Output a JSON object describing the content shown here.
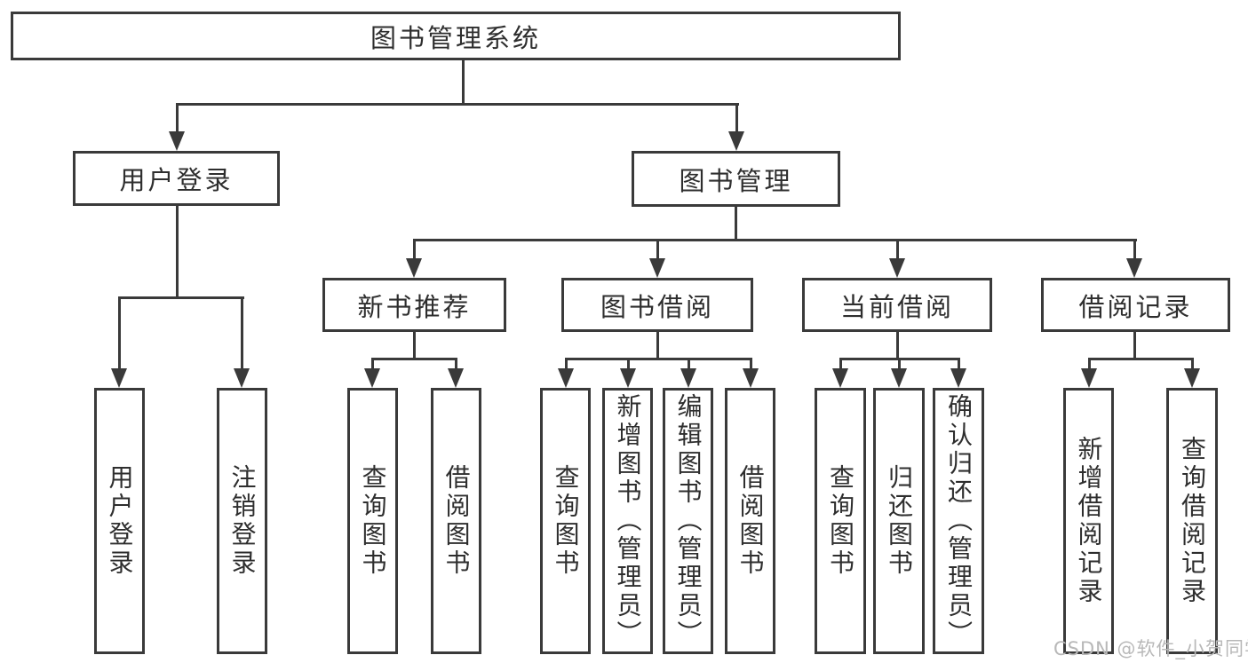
{
  "diagram": {
    "title": "图书管理系统",
    "root": {
      "label": "图书管理系统"
    },
    "level2": [
      {
        "label": "用户登录"
      },
      {
        "label": "图书管理"
      }
    ],
    "level3": [
      {
        "label": "新书推荐"
      },
      {
        "label": "图书借阅"
      },
      {
        "label": "当前借阅"
      },
      {
        "label": "借阅记录"
      }
    ],
    "leaves": {
      "user_login": [
        "用户登录",
        "注销登录"
      ],
      "new_book": [
        "查询图书",
        "借阅图书"
      ],
      "book_borrow": [
        "查询图书",
        "新增图书（管理员）",
        "编辑图书（管理员）",
        "借阅图书"
      ],
      "current_borrow": [
        "查询图书",
        "归还图书",
        "确认归还（管理员）"
      ],
      "borrow_record": [
        "新增借阅记录",
        "查询借阅记录"
      ]
    }
  },
  "watermark": {
    "text": "CSDN @软件_小贺同学"
  },
  "colors": {
    "line": "#3a3a3a",
    "text": "#2e2e2e",
    "background": "#ffffff",
    "watermark": "#b8b8b8"
  }
}
